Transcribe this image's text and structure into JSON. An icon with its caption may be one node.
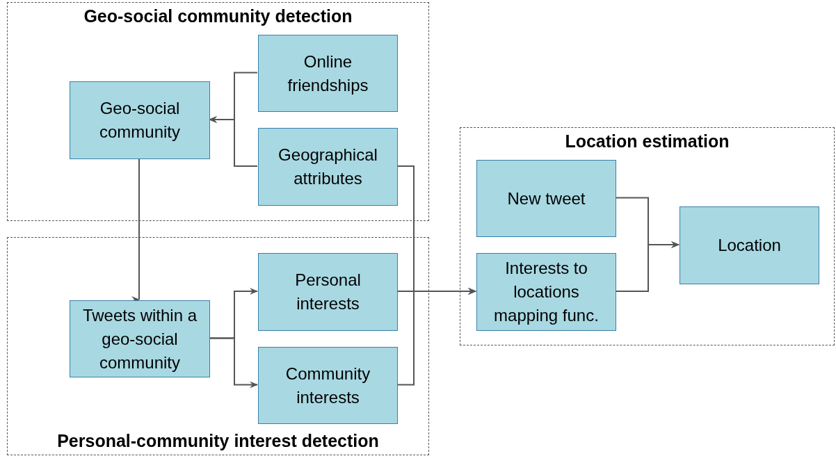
{
  "diagram": {
    "nodes": [
      {
        "text": [
          "Geo-social community detection"
        ]
      },
      {
        "text": [
          "Online friendships"
        ],
        "in": 0
      },
      {
        "text": [
          "Geo-social community"
        ],
        "in": 0
      },
      {
        "text": [
          "Geographical attributes"
        ],
        "in": 0
      },
      {
        "text": [
          "Location estimation"
        ]
      },
      {
        "text": [
          "New tweet"
        ],
        "in": 4
      },
      {
        "text": [
          "Location"
        ],
        "in": 4
      },
      {
        "text": [
          "Interests to locations mapping func."
        ],
        "in": 4
      },
      {
        "text": [
          "Personal-community interest detection"
        ]
      },
      {
        "text": [
          "Tweets within a geo-social community"
        ],
        "in": 8
      },
      {
        "text": [
          "Personal interests"
        ],
        "in": 8
      },
      {
        "text": [
          "Community interests"
        ],
        "in": 8
      }
    ],
    "edges": [
      {
        "from": 1,
        "to": 2,
        "arrow": "to"
      },
      {
        "from": 3,
        "to": 2,
        "arrow": "to"
      },
      {
        "from": 2,
        "to": 9,
        "arrow": "to"
      },
      {
        "from": 9,
        "to": 10,
        "arrow": "to"
      },
      {
        "from": 9,
        "to": 11,
        "arrow": "to"
      },
      {
        "from": 3,
        "to": 7,
        "arrow": "to"
      },
      {
        "from": 10,
        "to": 7,
        "arrow": "to"
      },
      {
        "from": 11,
        "to": 7,
        "arrow": "to"
      },
      {
        "from": 5,
        "to": 6,
        "arrow": "to"
      },
      {
        "from": 7,
        "to": 6,
        "arrow": "to"
      }
    ]
  }
}
